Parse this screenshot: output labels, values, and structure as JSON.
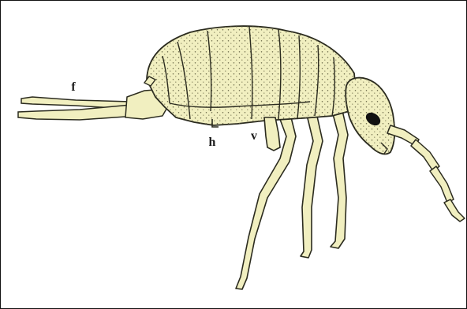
{
  "labels": {
    "furca": "f",
    "hook": "h",
    "ventral_tube": "v"
  },
  "colors": {
    "body_fill": "#f1efc0",
    "outline": "#2b2b1f",
    "eye": "#111111",
    "border": "#111111"
  }
}
